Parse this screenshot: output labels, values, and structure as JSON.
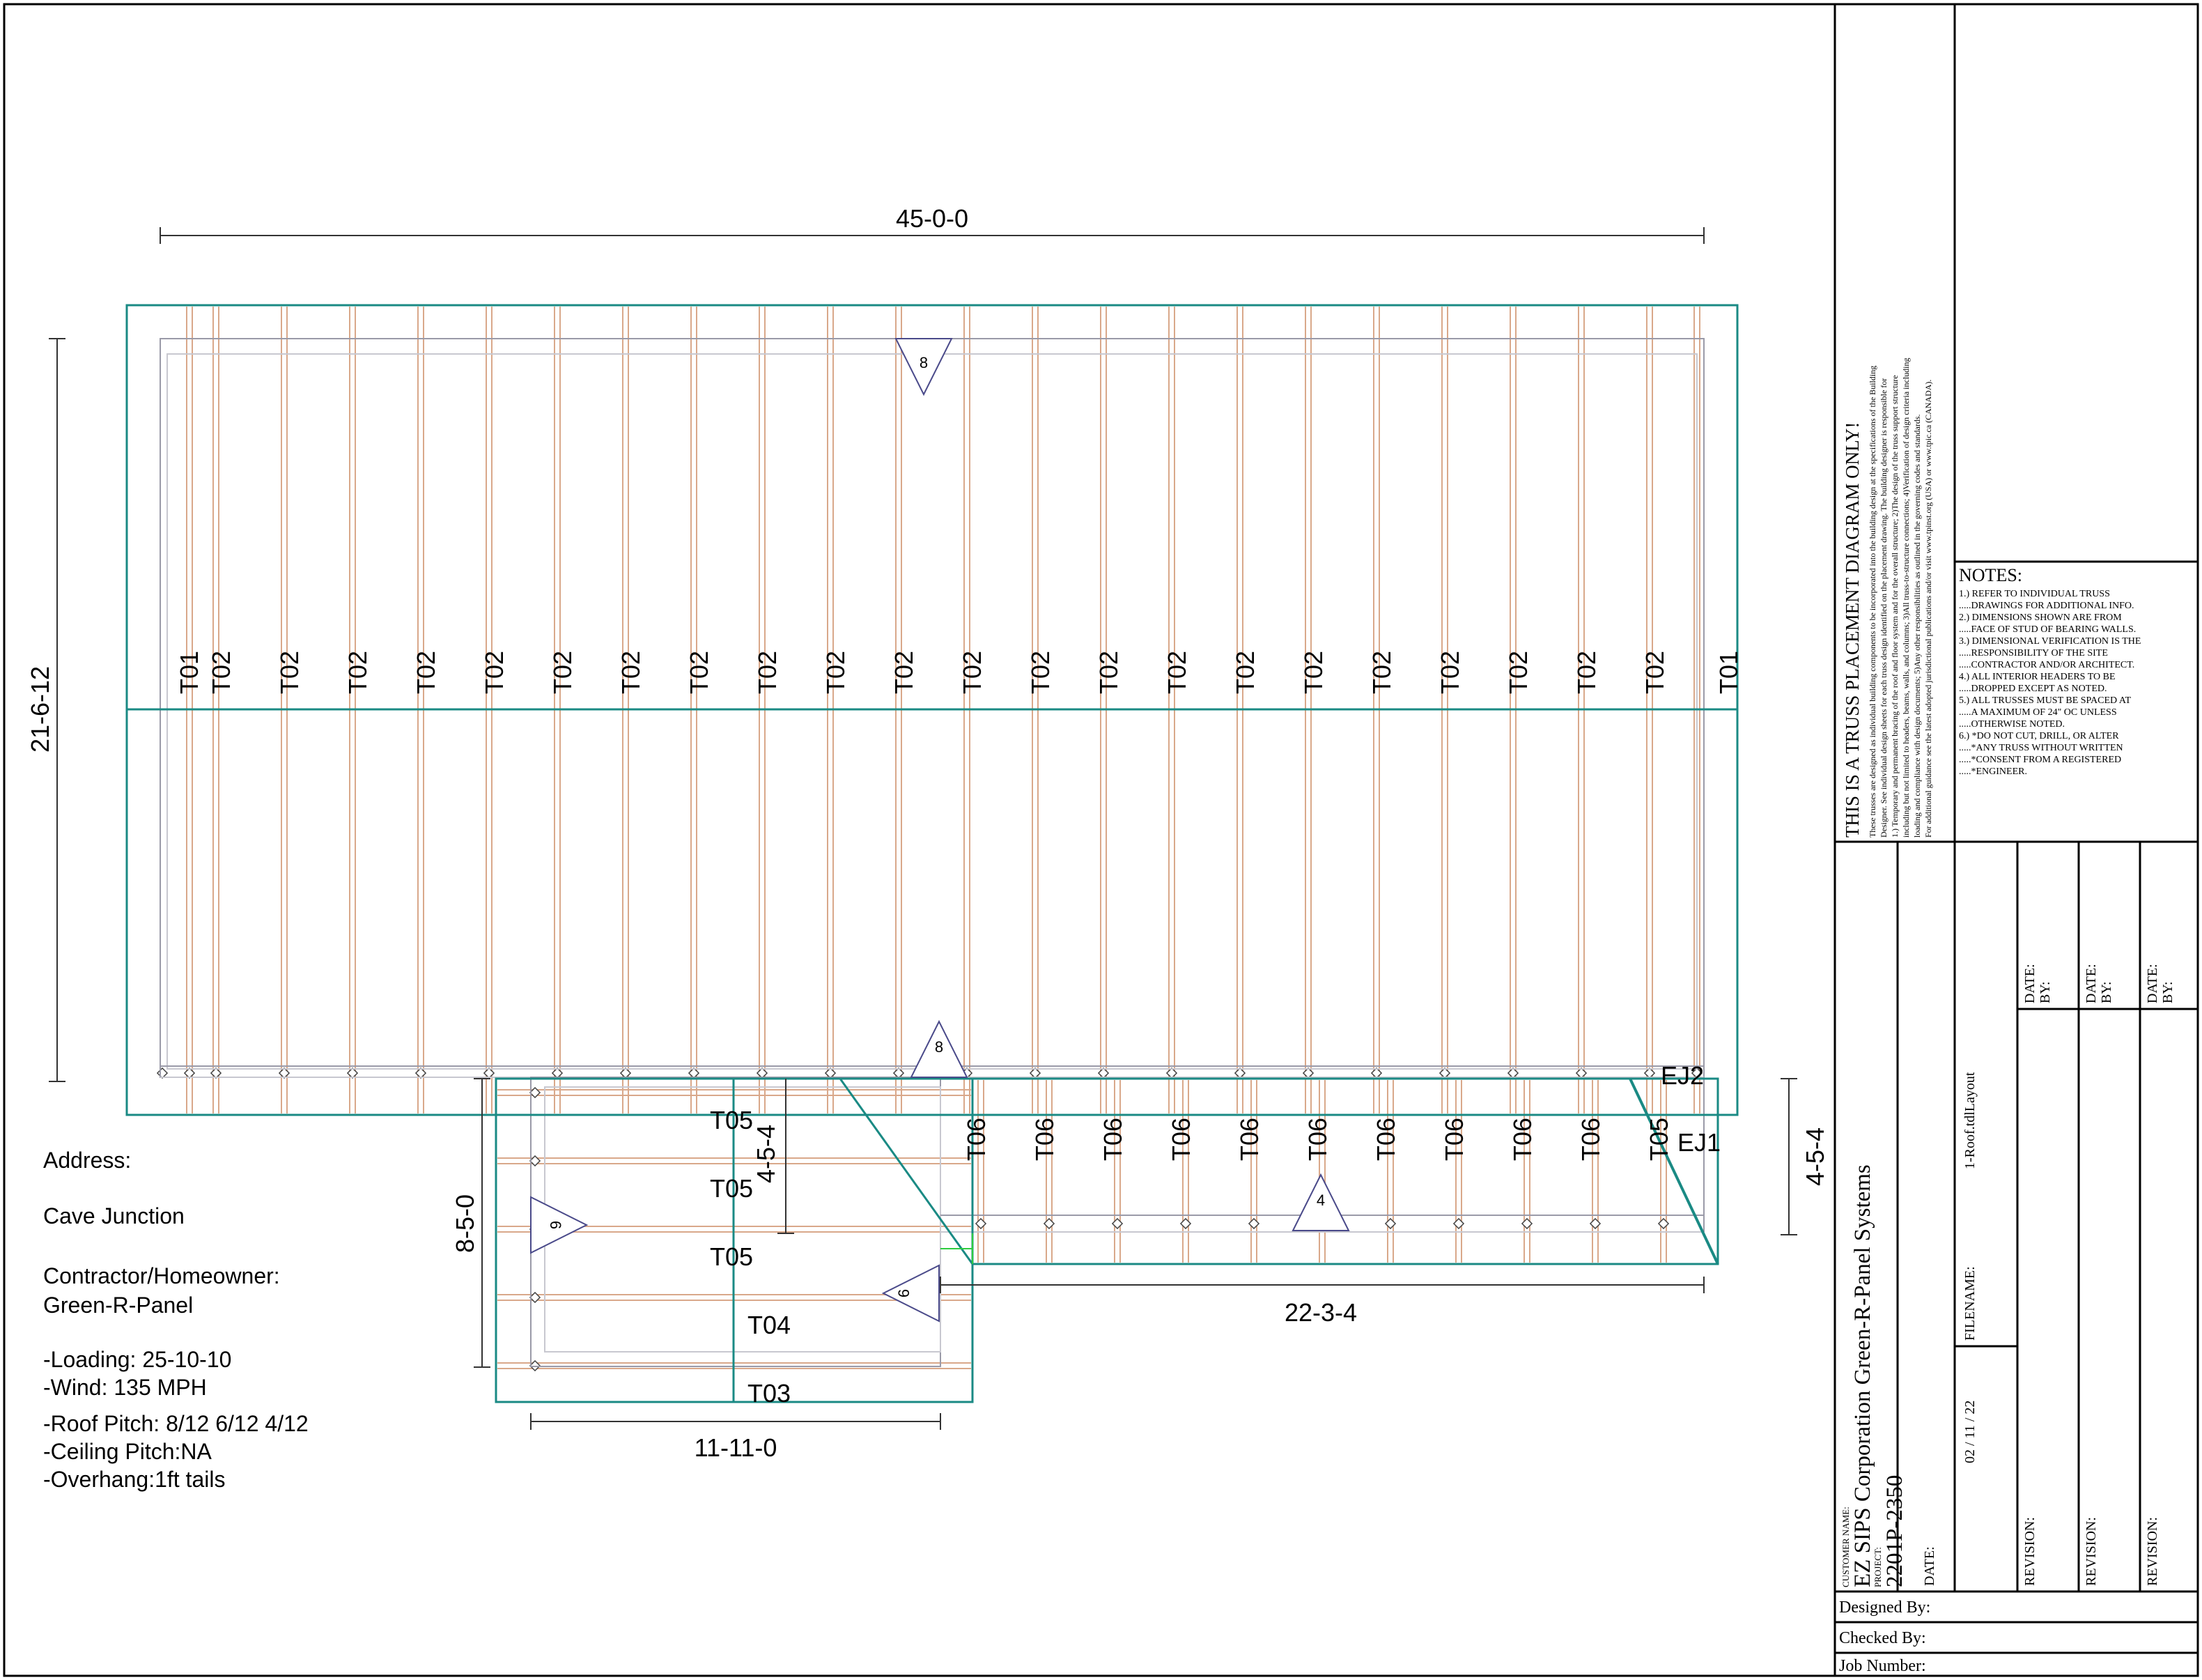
{
  "drawing": {
    "dimensions": {
      "overall_width": "45-0-0",
      "overall_depth": "21-6-12",
      "right_depth": "4-5-4",
      "inner_depth": "4-5-4",
      "wing_depth": "8-5-0",
      "wing_width": "11-11-0",
      "right_run": "22-3-4"
    },
    "pitch_markers": {
      "top": "8",
      "ridge": "8",
      "right_wing": "4",
      "left_wing_a": "6",
      "left_wing_b": "6"
    },
    "truss_labels": {
      "main": [
        "T01",
        "T02",
        "T02",
        "T02",
        "T02",
        "T02",
        "T02",
        "T02",
        "T02",
        "T02",
        "T02",
        "T02",
        "T02",
        "T02",
        "T02",
        "T02",
        "T02",
        "T02",
        "T02",
        "T02",
        "T02",
        "T02",
        "T02",
        "T01"
      ],
      "right_wing": [
        "T06",
        "T06",
        "T06",
        "T06",
        "T06",
        "T06",
        "T06",
        "T06",
        "T06",
        "T06"
      ],
      "right_end": "T05",
      "ej2": "EJ2",
      "ej1": "EJ1",
      "left_wing": [
        "T05",
        "T05",
        "T05",
        "T04",
        "T03"
      ]
    }
  },
  "job_info": {
    "address_label": "Address:",
    "address": "Cave Junction",
    "contractor_label": "Contractor/Homeowner:",
    "contractor": "Green-R-Panel",
    "loading": "-Loading: 25-10-10",
    "wind": "-Wind: 135 MPH",
    "roof_pitch": "-Roof Pitch: 8/12 6/12 4/12",
    "ceiling_pitch": "-Ceiling Pitch:NA",
    "overhang": "-Overhang:1ft tails"
  },
  "title_block": {
    "disclaimer_heading": "THIS IS A TRUSS PLACEMENT DIAGRAM ONLY!",
    "disclaimer_lines": [
      "These trusses are designed as individual building components to be incorporated into the building design at the specifications of the Building",
      "Designer. See individual design sheets for each truss design identified on the placement drawing. The building designer is responsible for",
      "1.) Temporary and permanent bracing of the roof and floor system and for the overall structure; 2)The design of the truss support structure",
      "including but not limited to headers, beams, walls, and columns; 3)All truss-to-structure connections; 4)Verification of design criteria including",
      "loading and compliance with design documents; 5)Any other responsibilities as outlined in the governing codes and standards.",
      "For additional guidance see the latest adopted jurisdictional publications and/or visit www.tpinst.org (USA) or www.tpic.ca (CANADA)."
    ],
    "notes_heading": "NOTES:",
    "notes": [
      "1.) REFER TO INDIVIDUAL TRUSS",
      ".....DRAWINGS FOR ADDITIONAL INFO.",
      "2.) DIMENSIONS SHOWN ARE FROM",
      ".....FACE OF STUD OF BEARING WALLS.",
      "3.) DIMENSIONAL VERIFICATION IS THE",
      ".....RESPONSIBILITY OF THE SITE",
      ".....CONTRACTOR AND/OR ARCHITECT.",
      "4.) ALL INTERIOR HEADERS TO BE",
      ".....DROPPED EXCEPT AS NOTED.",
      "5.) ALL TRUSSES MUST BE SPACED AT",
      ".....A MAXIMUM OF 24\" OC UNLESS",
      ".....OTHERWISE NOTED.",
      "6.) *DO NOT CUT, DRILL, OR ALTER",
      ".....*ANY TRUSS WITHOUT WRITTEN",
      ".....*CONSENT FROM A REGISTERED",
      ".....*ENGINEER."
    ],
    "customer_name_label": "CUSTOMER NAME:",
    "customer_name": "EZ SIPS Corporation Green-R-Panel Systems",
    "project_label": "PROJECT:",
    "project": "2201P-2350",
    "date_label": "DATE:",
    "date": "02 / 11 / 22",
    "filename_label": "FILENAME:",
    "filename": "1-Roof.tdlLayout",
    "revision_label": "REVISION:",
    "date_by_label": "DATE:",
    "by_label": "BY:",
    "designed_by": "Designed By:",
    "checked_by": "Checked By:",
    "job_number": "Job Number:"
  }
}
